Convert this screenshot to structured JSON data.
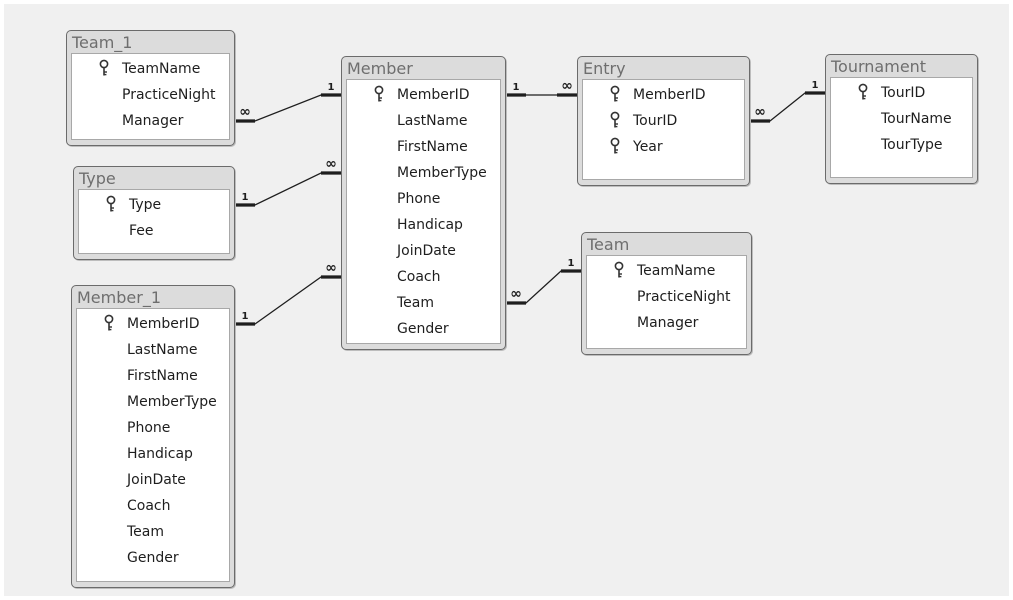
{
  "tables": {
    "team_1": {
      "title": "Team_1",
      "fields": [
        {
          "name": "TeamName",
          "key": true
        },
        {
          "name": "PracticeNight",
          "key": false
        },
        {
          "name": "Manager",
          "key": false
        }
      ]
    },
    "type": {
      "title": "Type",
      "fields": [
        {
          "name": "Type",
          "key": true
        },
        {
          "name": "Fee",
          "key": false
        }
      ]
    },
    "member_1": {
      "title": "Member_1",
      "fields": [
        {
          "name": "MemberID",
          "key": true
        },
        {
          "name": "LastName",
          "key": false
        },
        {
          "name": "FirstName",
          "key": false
        },
        {
          "name": "MemberType",
          "key": false
        },
        {
          "name": "Phone",
          "key": false
        },
        {
          "name": "Handicap",
          "key": false
        },
        {
          "name": "JoinDate",
          "key": false
        },
        {
          "name": "Coach",
          "key": false
        },
        {
          "name": "Team",
          "key": false
        },
        {
          "name": "Gender",
          "key": false
        }
      ]
    },
    "member": {
      "title": "Member",
      "fields": [
        {
          "name": "MemberID",
          "key": true
        },
        {
          "name": "LastName",
          "key": false
        },
        {
          "name": "FirstName",
          "key": false
        },
        {
          "name": "MemberType",
          "key": false
        },
        {
          "name": "Phone",
          "key": false
        },
        {
          "name": "Handicap",
          "key": false
        },
        {
          "name": "JoinDate",
          "key": false
        },
        {
          "name": "Coach",
          "key": false
        },
        {
          "name": "Team",
          "key": false
        },
        {
          "name": "Gender",
          "key": false
        }
      ]
    },
    "entry": {
      "title": "Entry",
      "fields": [
        {
          "name": "MemberID",
          "key": true
        },
        {
          "name": "TourID",
          "key": true
        },
        {
          "name": "Year",
          "key": true
        }
      ]
    },
    "tournament": {
      "title": "Tournament",
      "fields": [
        {
          "name": "TourID",
          "key": true
        },
        {
          "name": "TourName",
          "key": false
        },
        {
          "name": "TourType",
          "key": false
        }
      ]
    },
    "team": {
      "title": "Team",
      "fields": [
        {
          "name": "TeamName",
          "key": true
        },
        {
          "name": "PracticeNight",
          "key": false
        },
        {
          "name": "Manager",
          "key": false
        }
      ]
    }
  },
  "relationships": [
    {
      "from": "team_1",
      "from_field": "Manager",
      "from_label": "∞",
      "to": "member",
      "to_field": "MemberID",
      "to_label": "1"
    },
    {
      "from": "type",
      "from_field": "Type",
      "from_label": "1",
      "to": "member",
      "to_field": "MemberType",
      "to_label": "∞"
    },
    {
      "from": "member_1",
      "from_field": "MemberID",
      "from_label": "1",
      "to": "member",
      "to_field": "Coach",
      "to_label": "∞"
    },
    {
      "from": "member",
      "from_field": "MemberID",
      "from_label": "1",
      "to": "entry",
      "to_field": "MemberID",
      "to_label": "∞"
    },
    {
      "from": "entry",
      "from_field": "TourID",
      "from_label": "∞",
      "to": "tournament",
      "to_field": "TourID",
      "to_label": "1"
    },
    {
      "from": "member",
      "from_field": "Team",
      "from_label": "∞",
      "to": "team",
      "to_field": "TeamName",
      "to_label": "1"
    }
  ],
  "colors": {
    "line": "#1e1e1e",
    "title_text": "#6e6e6e",
    "header": "#dcdcdc",
    "body": "#ffffff"
  }
}
